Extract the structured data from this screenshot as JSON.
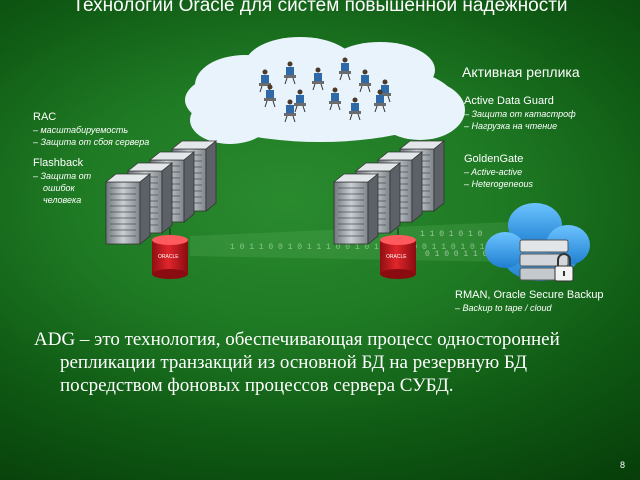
{
  "title": "Технологии  Oracle для систем повышенной надежности",
  "active_replica": "Активная реплика",
  "rac": {
    "heading": "RAC",
    "items": [
      "– масштабируемость",
      "– Защита от сбоя сервера"
    ]
  },
  "flashback": {
    "heading": "Flashback",
    "items": [
      "– Защита от",
      "ошибок",
      "человека"
    ]
  },
  "adg": {
    "heading": "Active Data Guard",
    "items": [
      "– Защита от катастроф",
      "– Нагрузка на чтение"
    ]
  },
  "goldengate": {
    "heading": "GoldenGate",
    "items": [
      "– Active-active",
      "– Heterogeneous"
    ]
  },
  "rman": {
    "heading": "RMAN, Oracle Secure Backup",
    "items": [
      "– Backup to tape / cloud"
    ]
  },
  "description": "ADG – это технология, обеспечивающая процесс односторонней репликации транзакций из основной БД на резервную БД посредством фоновых процессов сервера СУБД.",
  "page_number": "8",
  "colors": {
    "background": "#1f7a24",
    "cloud": "#e6f2fb",
    "db": "#c4161c",
    "server": "#9aa0a6",
    "storage_cloud": "#3aa0e6"
  }
}
